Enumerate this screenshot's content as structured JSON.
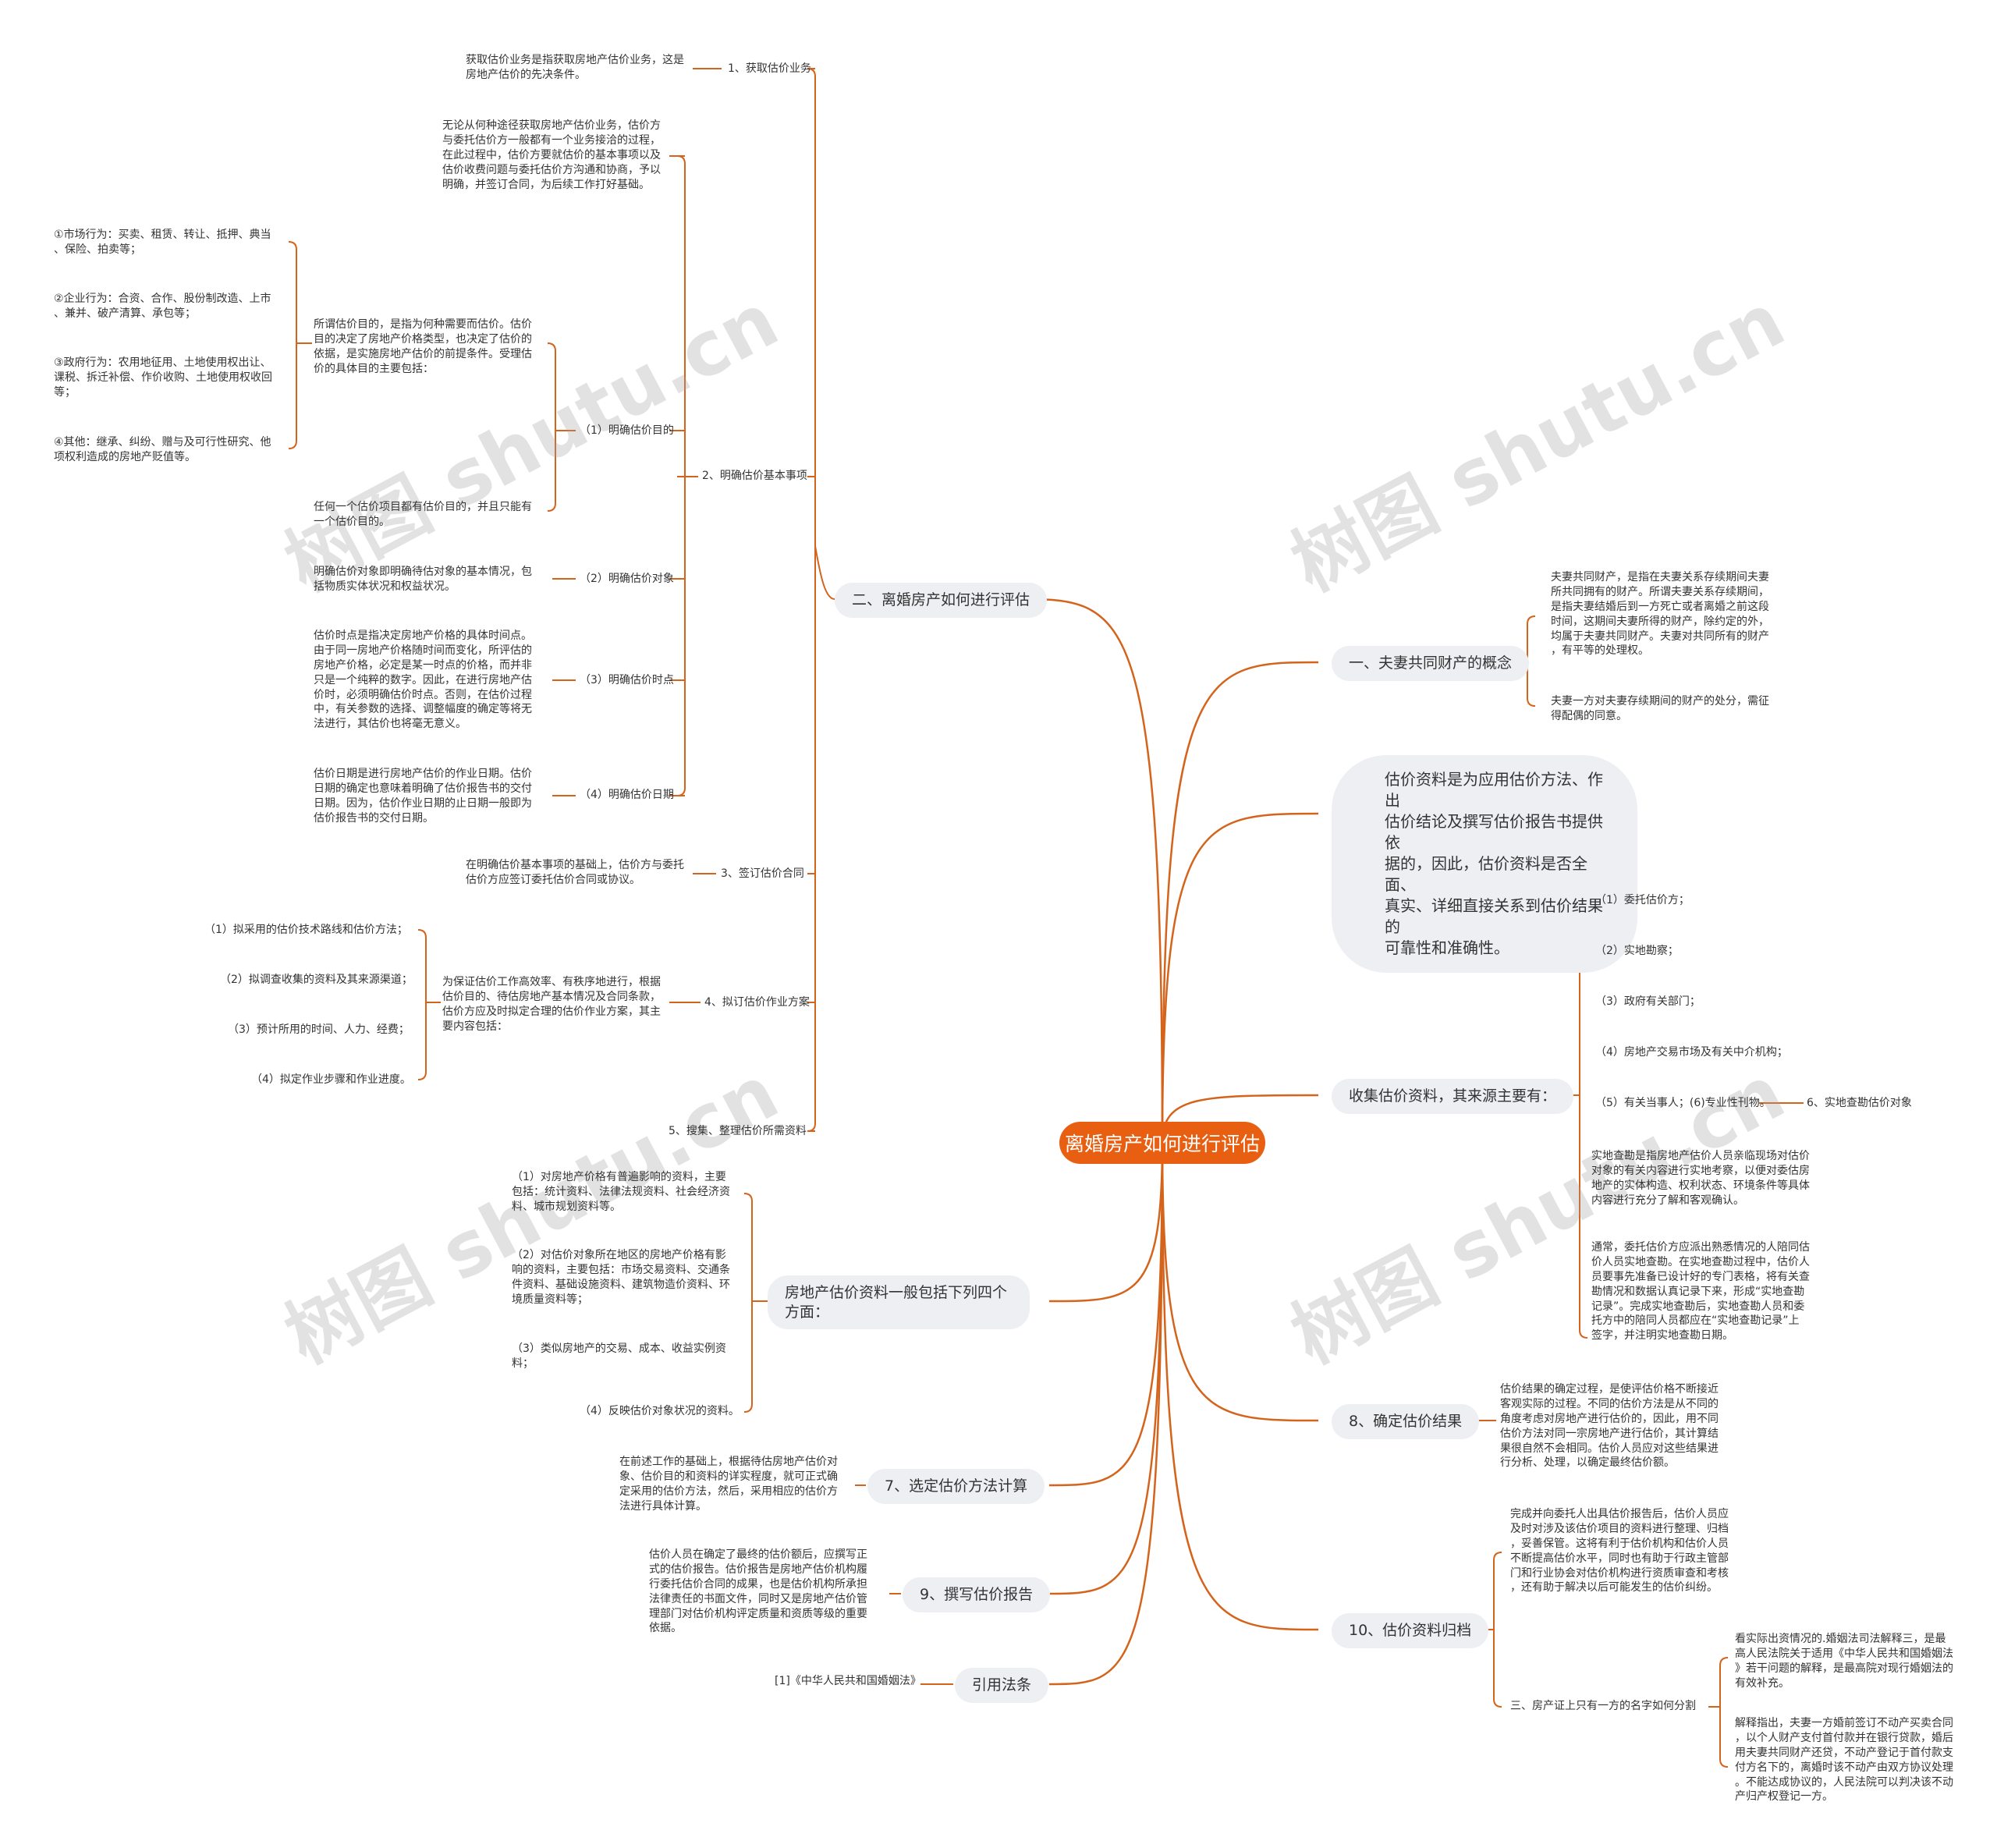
{
  "root": "离婚房产如何进行评估",
  "watermark": "树图 shutu.cn",
  "colors": {
    "accent": "#e85f11",
    "line": "#d4641c",
    "node_bg": "#edeff2"
  },
  "left": {
    "n2": {
      "label": "二、离婚房产如何进行评估",
      "s1": {
        "label": "1、获取估价业务",
        "text": "获取估价业务是指获取房地产估价业务，这是\n房地产估价的先决条件。"
      },
      "s2": {
        "label": "2、明确估价基本事项",
        "intro": "无论从何种途径获取房地产估价业务，估价方\n与委托估价方一般都有一个业务接洽的过程，\n在此过程中，估价方要就估价的基本事项以及\n估价收费问题与委托估价方沟通和协商，予以\n明确，并签订合同，为后续工作打好基础。",
        "p1": {
          "label": "（1）明确估价目的",
          "text": "所谓估价目的，是指为何种需要而估价。估价\n目的决定了房地产价格类型，也决定了估价的\n依据，是实施房地产估价的前提条件。受理估\n价的具体目的主要包括：",
          "items": [
            "①市场行为：买卖、租赁、转让、抵押、典当\n、保险、拍卖等；",
            "②企业行为：合资、合作、股份制改造、上市\n、兼并、破产清算、承包等；",
            "③政府行为：农用地征用、土地使用权出让、\n课税、拆迁补偿、作价收购、土地使用权收回\n等；",
            "④其他：继承、纠纷、赠与及可行性研究、他\n项权利造成的房地产贬值等。"
          ],
          "note": "任何一个估价项目都有估价目的，并且只能有\n一个估价目的。"
        },
        "p2": {
          "label": "（2）明确估价对象",
          "text": "明确估价对象即明确待估对象的基本情况，包\n括物质实体状况和权益状况。"
        },
        "p3": {
          "label": "（3）明确估价时点",
          "text": "估价时点是指决定房地产价格的具体时间点。\n由于同一房地产价格随时间而变化，所评估的\n房地产价格，必定是某一时点的价格，而并非\n只是一个纯粹的数字。因此，在进行房地产估\n价时，必须明确估价时点。否则，在估价过程\n中，有关参数的选择、调整幅度的确定等将无\n法进行，其估价也将毫无意义。"
        },
        "p4": {
          "label": "（4）明确估价日期",
          "text": "估价日期是进行房地产估价的作业日期。估价\n日期的确定也意味着明确了估价报告书的交付\n日期。因为，估价作业日期的止日期一般即为\n估价报告书的交付日期。"
        }
      },
      "s3": {
        "label": "3、签订估价合同",
        "text": "在明确估价基本事项的基础上，估价方与委托\n估价方应签订委托估价合同或协议。"
      },
      "s4": {
        "label": "4、拟订估价作业方案",
        "text": "为保证估价工作高效率、有秩序地进行，根据\n估价目的、待估房地产基本情况及合同条款，\n估价方应及时拟定合理的估价作业方案，其主\n要内容包括：",
        "items": [
          "（1）拟采用的估价技术路线和估价方法；",
          "（2）拟调查收集的资料及其来源渠道；",
          "（3）预计所用的时间、人力、经费；",
          "（4）拟定作业步骤和作业进度。"
        ]
      },
      "s5": {
        "label": "5、搜集、整理估价所需资料"
      }
    },
    "n_data": {
      "label": "房地产估价资料一般包括下列四个\n方面：",
      "items": [
        "（1）对房地产价格有普遍影响的资料，主要\n包括：统计资料、法律法规资料、社会经济资\n料、城市规划资料等。",
        "（2）对估价对象所在地区的房地产价格有影\n响的资料，主要包括：市场交易资料、交通条\n件资料、基础设施资料、建筑物造价资料、环\n境质量资料等；",
        "（3）类似房地产的交易、成本、收益实例资\n料；",
        "（4）反映估价对象状况的资料。"
      ]
    },
    "n7": {
      "label": "7、选定估价方法计算",
      "text": "在前述工作的基础上，根据待估房地产估价对\n象、估价目的和资料的详实程度，就可正式确\n定采用的估价方法，然后，采用相应的估价方\n法进行具体计算。"
    },
    "n9": {
      "label": "9、撰写估价报告",
      "text": "估价人员在确定了最终的估价额后，应撰写正\n式的估价报告。估价报告是房地产估价机构履\n行委托估价合同的成果，也是估价机构所承担\n法律责任的书面文件，同时又是房地产估价管\n理部门对估价机构评定质量和资质等级的重要\n依据。"
    },
    "nlaw": {
      "label": "引用法条",
      "text": "[1]《中华人民共和国婚姻法》"
    }
  },
  "right": {
    "n1": {
      "label": "一、夫妻共同财产的概念",
      "items": [
        "夫妻共同财产，是指在夫妻关系存续期间夫妻\n所共同拥有的财产。所谓夫妻关系存续期间，\n是指夫妻结婚后到一方死亡或者离婚之前这段\n时间，这期间夫妻所得的财产，除约定的外，\n均属于夫妻共同财产。夫妻对共同所有的财产\n，有平等的处理权。",
        "夫妻一方对夫妻存续期间的财产的处分，需征\n得配偶的同意。"
      ]
    },
    "nbig": {
      "text": "估价资料是为应用估价方法、作出\n估价结论及撰写估价报告书提供依\n据的，因此，估价资料是否全面、\n真实、详细直接关系到估价结果的\n可靠性和准确性。"
    },
    "ncollect": {
      "label": "收集估价资料，其来源主要有：",
      "items": [
        "（1）委托估价方；",
        "（2）实地勘察；",
        "（3）政府有关部门；",
        "（4）房地产交易市场及有关中介机构；",
        "（5）有关当事人；(6)专业性刊物。"
      ],
      "n6": "6、实地查勘估价对象",
      "t1": "实地查勘是指房地产估价人员亲临现场对估价\n对象的有关内容进行实地考察，以便对委估房\n地产的实体构造、权利状态、环境条件等具体\n内容进行充分了解和客观确认。",
      "t2": "通常，委托估价方应派出熟悉情况的人陪同估\n价人员实地查勘。在实地查勘过程中，估价人\n员要事先准备已设计好的专门表格，将有关查\n勘情况和数据认真记录下来，形成“实地查勘\n记录”。完成实地查勘后，实地查勘人员和委\n托方中的陪同人员都应在“实地查勘记录”上\n签字，并注明实地查勘日期。"
    },
    "n8": {
      "label": "8、确定估价结果",
      "text": "估价结果的确定过程，是使评估价格不断接近\n客观实际的过程。不同的估价方法是从不同的\n角度考虑对房地产进行估价的，因此，用不同\n估价方法对同一宗房地产进行估价，其计算结\n果很自然不会相同。估价人员应对这些结果进\n行分析、处理，以确定最终估价额。"
    },
    "n10": {
      "label": "10、估价资料归档",
      "text": "完成并向委托人出具估价报告后，估价人员应\n及时对涉及该估价项目的资料进行整理、归档\n，妥善保管。这将有利于估价机构和估价人员\n不断提高估价水平，同时也有助于行政主管部\n门和行业协会对估价机构进行资质审查和考核\n，还有助于解决以后可能发生的估价纠纷。",
      "sub": {
        "label": "三、房产证上只有一方的名字如何分割",
        "t1": "看实际出资情况的.婚姻法司法解释三，是最\n高人民法院关于适用《中华人民共和国婚姻法\n》若干问题的解释，是最高院对现行婚姻法的\n有效补充。",
        "t2": "解释指出，夫妻一方婚前签订不动产买卖合同\n，以个人财产支付首付款并在银行贷款，婚后\n用夫妻共同财产还贷，不动产登记于首付款支\n付方名下的，离婚时该不动产由双方协议处理\n。不能达成协议的，人民法院可以判决该不动\n产归产权登记一方。"
      }
    }
  }
}
